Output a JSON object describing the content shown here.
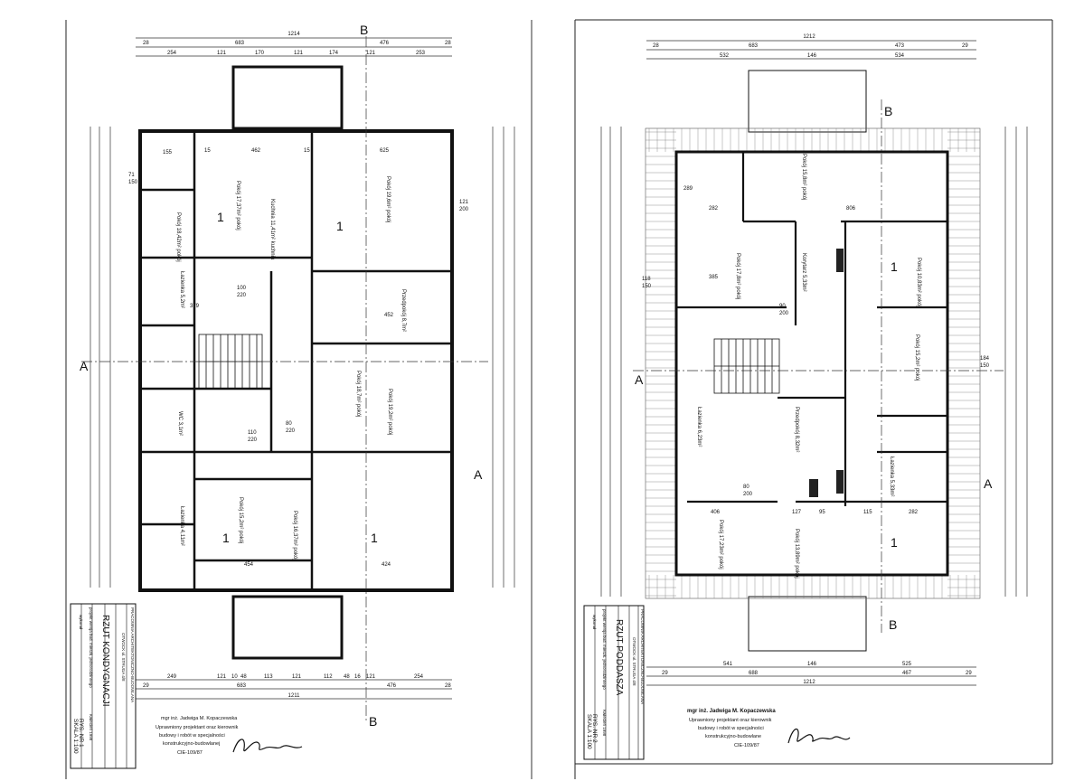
{
  "sheets": [
    {
      "id": "left",
      "top_total": "1214",
      "top_parts": [
        "28",
        "683",
        "476",
        "28"
      ],
      "top_sub": [
        "254",
        "121",
        "170",
        "121",
        "174",
        "121",
        "253"
      ],
      "bottom_sub": [
        "249",
        "121",
        "10",
        "48",
        "113",
        "121",
        "112",
        "48",
        "16",
        "121",
        "254"
      ],
      "bottom_parts": [
        "29",
        "683",
        "476",
        "28"
      ],
      "bottom_total": "1211",
      "section_a": "A",
      "section_b": "B",
      "room_numbers": [
        "1",
        "1",
        "1",
        "1"
      ],
      "room_labels": [
        "Pokój 17,37m² pokój",
        "Kuchnia 11,41m² kuchnia",
        "Pokój 18,42m² pokój",
        "Pokój 19,6m² pokój",
        "Łazienka 5,2m²",
        "Przedpokój 8,7m²",
        "Pokój 18,7m² pokój",
        "Pokój 19,2m² pokój",
        "Pokój 15,2m² pokój",
        "Pokój 16,37m² pokój",
        "Łazienka 4,11m²",
        "WC 3,1m²"
      ],
      "dims": [
        "155",
        "15",
        "462",
        "15",
        "625",
        "121",
        "200",
        "100",
        "220",
        "379",
        "452",
        "454",
        "424",
        "80",
        "220",
        "110",
        "220",
        "71",
        "150"
      ],
      "title": {
        "firm": "PRACOWNIA ARCHITEKTONICZNO-BUDOWLANA",
        "address": "OTWOCK ul. STRUGA 4/8",
        "project": "projekt wersja bud. mieszk. jednorodzinnego",
        "drawing": "RZUT KONDYGNACJI",
        "drew": "wykonał",
        "date": "Kwiecień 1998",
        "sheet": "RYS. NR 1",
        "scale": "SKALA 1:100"
      },
      "stamp": {
        "name": "mgr inż. Jadwiga M. Kopaczewska",
        "line1": "Uprawniony projektant oraz kierownik",
        "line2": "budowy i robót w specjalności",
        "line3": "konstrukcyjno-budowlanej",
        "license": "CIE-109/87"
      }
    },
    {
      "id": "right",
      "top_total": "1212",
      "top_parts": [
        "28",
        "683",
        "473",
        "29"
      ],
      "top_sub": [
        "532",
        "146",
        "534"
      ],
      "bottom_sub": [
        "541",
        "146",
        "525"
      ],
      "bottom_parts": [
        "29",
        "688",
        "467",
        "29"
      ],
      "bottom_total": "1212",
      "section_a": "A",
      "section_b": "B",
      "room_numbers": [
        "1",
        "1"
      ],
      "room_labels": [
        "Pokój 15,8m² pokój",
        "Pokój 17,8m² pokój",
        "Pokój 10,83m² pokój",
        "Korytarz 5,33m²",
        "Pokój 15,2m² pokój",
        "Łazienka 6,23m²",
        "Przedpokój 8,32m²",
        "Pokój 17,23m² pokój",
        "Pokój 13,89m² pokój",
        "Łazienka 5,33m²"
      ],
      "dims": [
        "289",
        "282",
        "806",
        "385",
        "90",
        "200",
        "184",
        "150",
        "118",
        "150",
        "406",
        "127",
        "95",
        "115",
        "282",
        "80",
        "200"
      ],
      "title": {
        "firm": "PRACOWNIA ARCHITEKTONICZNO-BUDOWLANA",
        "address": "OTWOCK ul. STRUGA 4/8",
        "project": "projekt wersja bud. mieszk. jednorodzinnego",
        "drawing": "RZUT PODDASZA",
        "drew": "wykonał",
        "date": "Kwiecień 1998",
        "sheet": "RYS. NR 2",
        "scale": "SKALA 1:100"
      },
      "stamp": {
        "name": "mgr inż. Jadwiga M. Kopaczewska",
        "line1": "Uprawniony projektant oraz kierownik",
        "line2": "budowy i robót w specjalności",
        "line3": "konstrukcyjno-budowlane",
        "license": "CIE-109/87"
      }
    }
  ]
}
